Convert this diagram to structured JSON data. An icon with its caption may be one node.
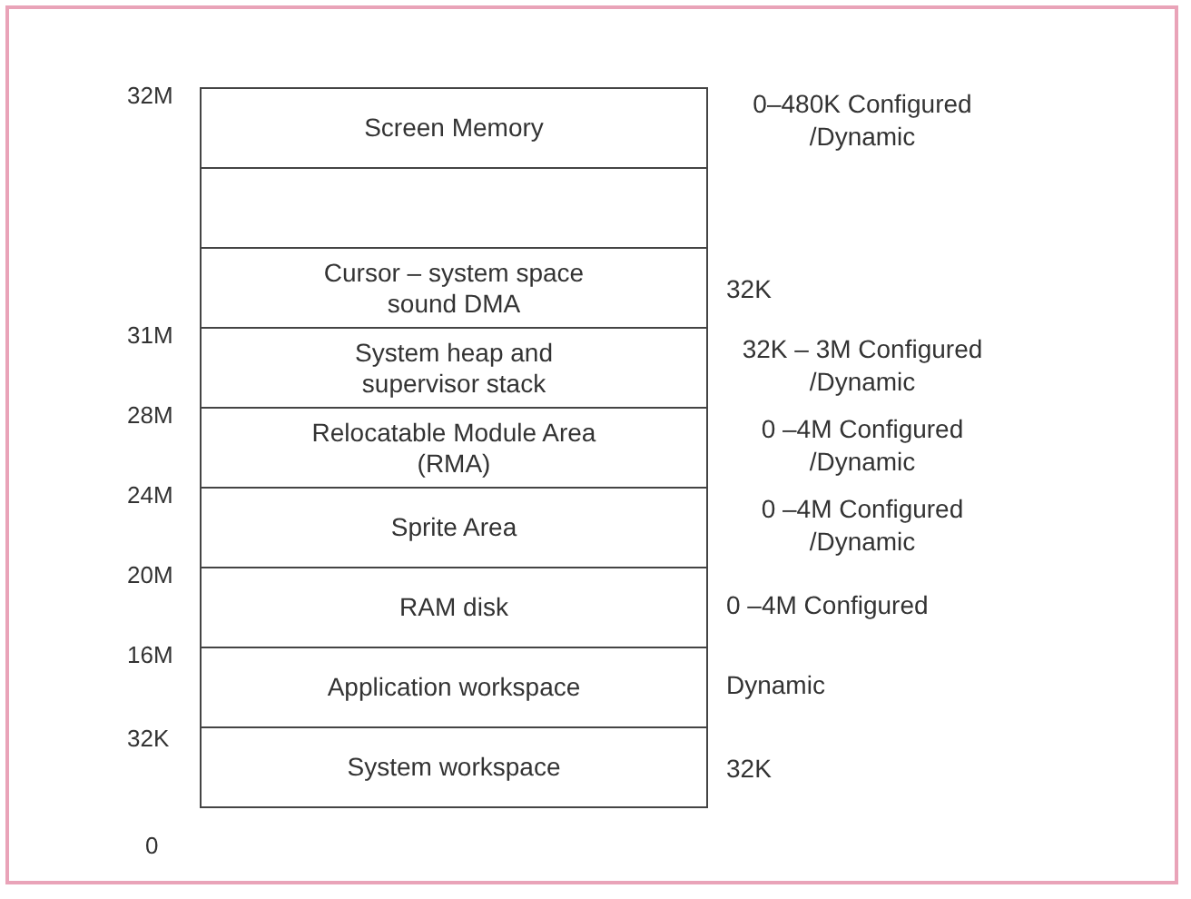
{
  "diagram": {
    "nodes": [
      {
        "text": [
          "Screen Memory"
        ],
        "beside": [
          "0–480K Configured /Dynamic"
        ]
      },
      {
        "text": [],
        "shape": "box"
      },
      {
        "text": [
          "Cursor – system space sound DMA"
        ],
        "beside": [
          "32K"
        ]
      },
      {
        "text": [
          "System heap and supervisor stack"
        ],
        "beside": [
          "32K – 3M Configured /Dynamic"
        ]
      },
      {
        "text": [
          "Relocatable Module Area (RMA)"
        ],
        "beside": [
          "0 –4M Configured /Dynamic"
        ]
      },
      {
        "text": [
          "Sprite Area"
        ],
        "beside": [
          "0 –4M Configured /Dynamic"
        ]
      },
      {
        "text": [
          "RAM disk"
        ],
        "beside": [
          "0 –4M Configured"
        ]
      },
      {
        "text": [
          "Application workspace"
        ],
        "beside": [
          "Dynamic"
        ]
      },
      {
        "text": [
          "System workspace"
        ],
        "beside": [
          "32K"
        ]
      }
    ],
    "labels": [
      "32M",
      "31M",
      "28M",
      "24M",
      "20M",
      "16M",
      "32K",
      "0"
    ]
  }
}
